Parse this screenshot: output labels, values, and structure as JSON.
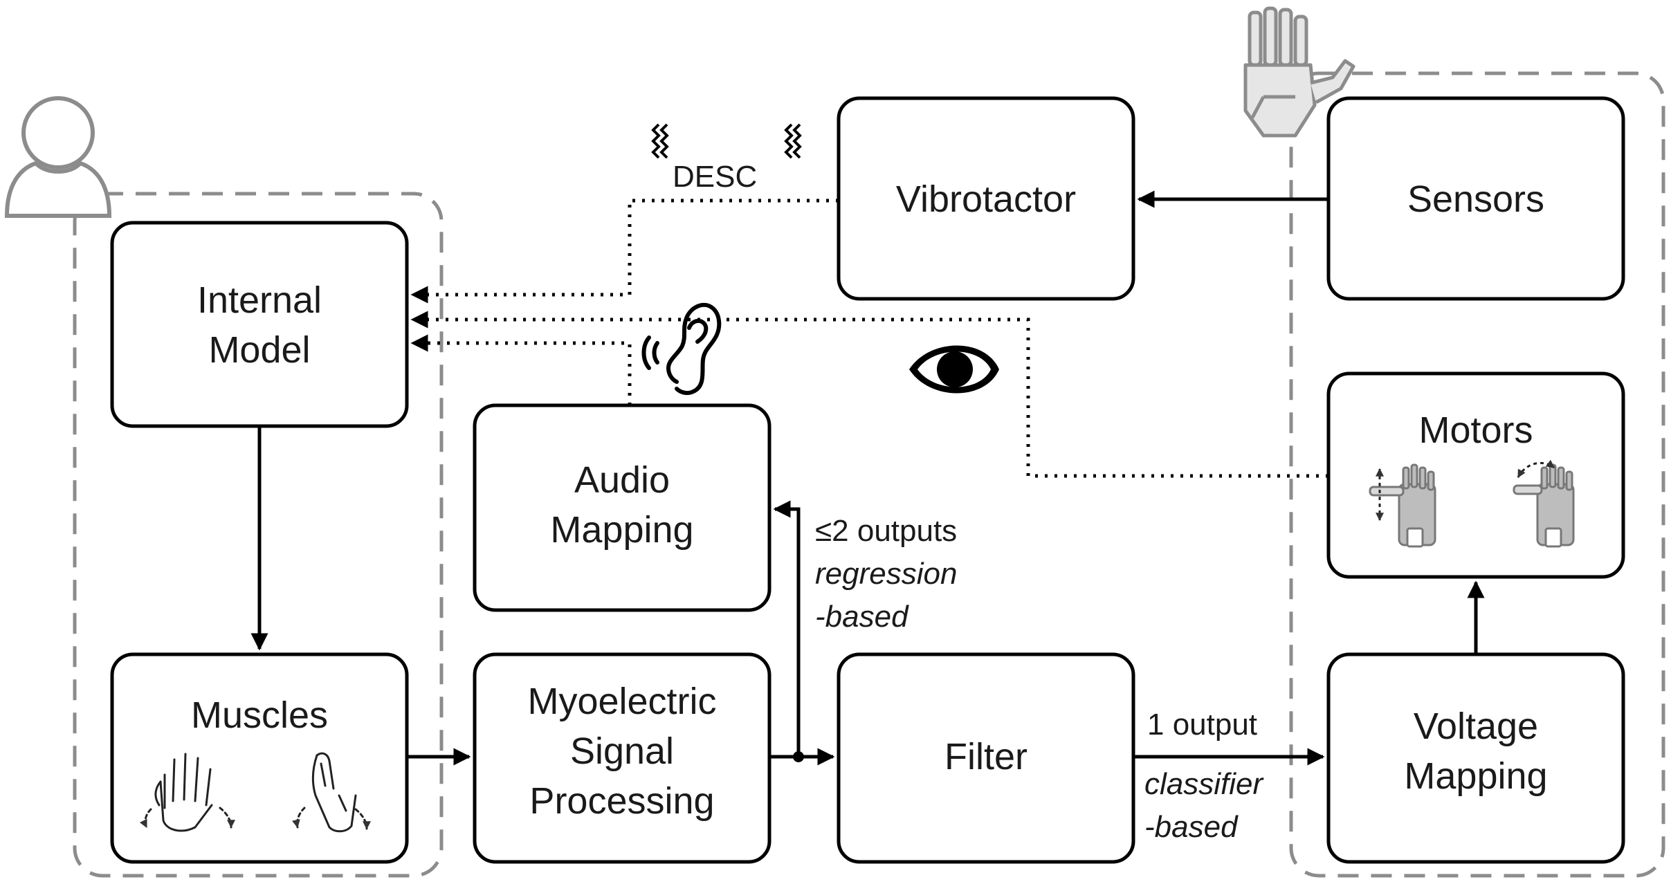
{
  "diagram": {
    "nodes": {
      "internal_model": {
        "label_lines": [
          "Internal",
          "Model"
        ]
      },
      "muscles": {
        "label": "Muscles"
      },
      "myoelectric": {
        "label_lines": [
          "Myoelectric",
          "Signal",
          "Processing"
        ]
      },
      "audio_mapping": {
        "label_lines": [
          "Audio",
          "Mapping"
        ]
      },
      "vibrotactor": {
        "label": "Vibrotactor"
      },
      "filter": {
        "label": "Filter"
      },
      "sensors": {
        "label": "Sensors"
      },
      "motors": {
        "label": "Motors"
      },
      "voltage_mapping": {
        "label_lines": [
          "Voltage",
          "Mapping"
        ]
      }
    },
    "edge_labels": {
      "desc": "DESC",
      "regression_outputs": "≤2 outputs",
      "regression_type": [
        "regression",
        "-based"
      ],
      "classifier_outputs": "1 output",
      "classifier_type": [
        "classifier",
        "-based"
      ]
    },
    "groups": {
      "user": {
        "icon": "person-icon"
      },
      "prosthesis": {
        "icon": "robotic-hand-icon"
      }
    },
    "icons": [
      "person-icon",
      "robotic-hand-icon",
      "ear-icon",
      "eye-icon",
      "vibration-icon",
      "hand-open-icon",
      "hand-flex-icon",
      "motor-hand-icon"
    ],
    "colors": {
      "box_stroke": "#000000",
      "group_stroke": "#8c8c8c",
      "icon_gray": "#8c8c8c"
    }
  }
}
